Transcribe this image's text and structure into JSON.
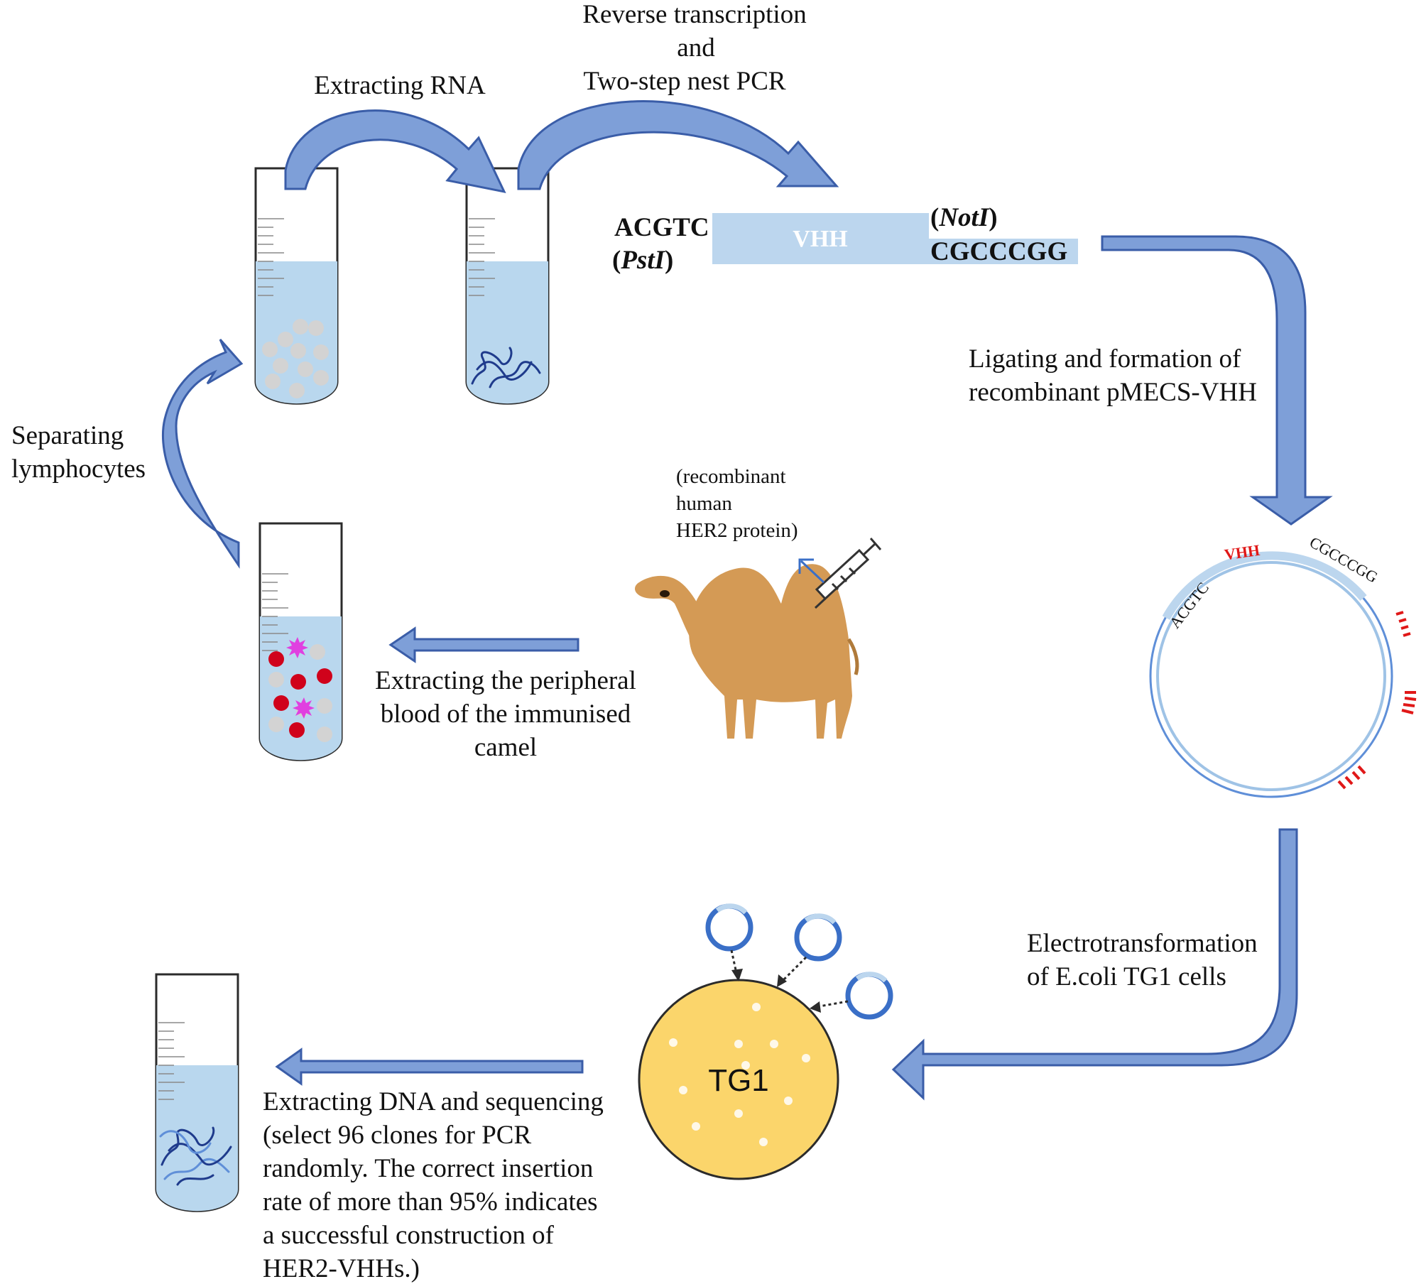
{
  "labels": {
    "extracting_rna": "Extracting RNA",
    "reverse_transcription": [
      "Reverse transcription",
      "and",
      "Two-step nest PCR"
    ],
    "separating": [
      "Separating",
      "lymphocytes"
    ],
    "ligating": [
      "Ligating and formation of",
      "recombinant pMECS-VHH"
    ],
    "extracting_blood": [
      "Extracting the peripheral",
      "blood of the immunised",
      "camel"
    ],
    "antigen": [
      "(recombinant",
      "human",
      "HER2 protein)"
    ],
    "electrotransformation": [
      "Electrotransformation",
      "of E.coli TG1 cells"
    ],
    "extracting_dna": [
      "Extracting DNA and sequencing",
      "(select 96 clones for PCR",
      "randomly. The correct insertion",
      "rate of more than 95% indicates",
      "a successful construction of",
      "HER2-VHHs.)"
    ]
  },
  "insert": {
    "left_seq": "ACGTC",
    "left_enzyme": "PstI",
    "center": "VHH",
    "right_enzyme": "NotI",
    "right_seq": "CGCCCGG"
  },
  "plasmid": {
    "left_seq": "ACGTC",
    "insert": "VHH",
    "right_seq": "CGCCCGG"
  },
  "cell": {
    "label": "TG1"
  },
  "colors": {
    "arrow_fill": "#7e9fd8",
    "arrow_stroke": "#3a5da8",
    "liquid": "#b9d7ee",
    "insert_bar": "#bcd6ee",
    "red_cell": "#d0021b",
    "lymphocyte": "#d3d3d3",
    "camel": "#d49a55",
    "tg1_cell": "#fbd56b",
    "plasmid_red": "#e01818"
  }
}
